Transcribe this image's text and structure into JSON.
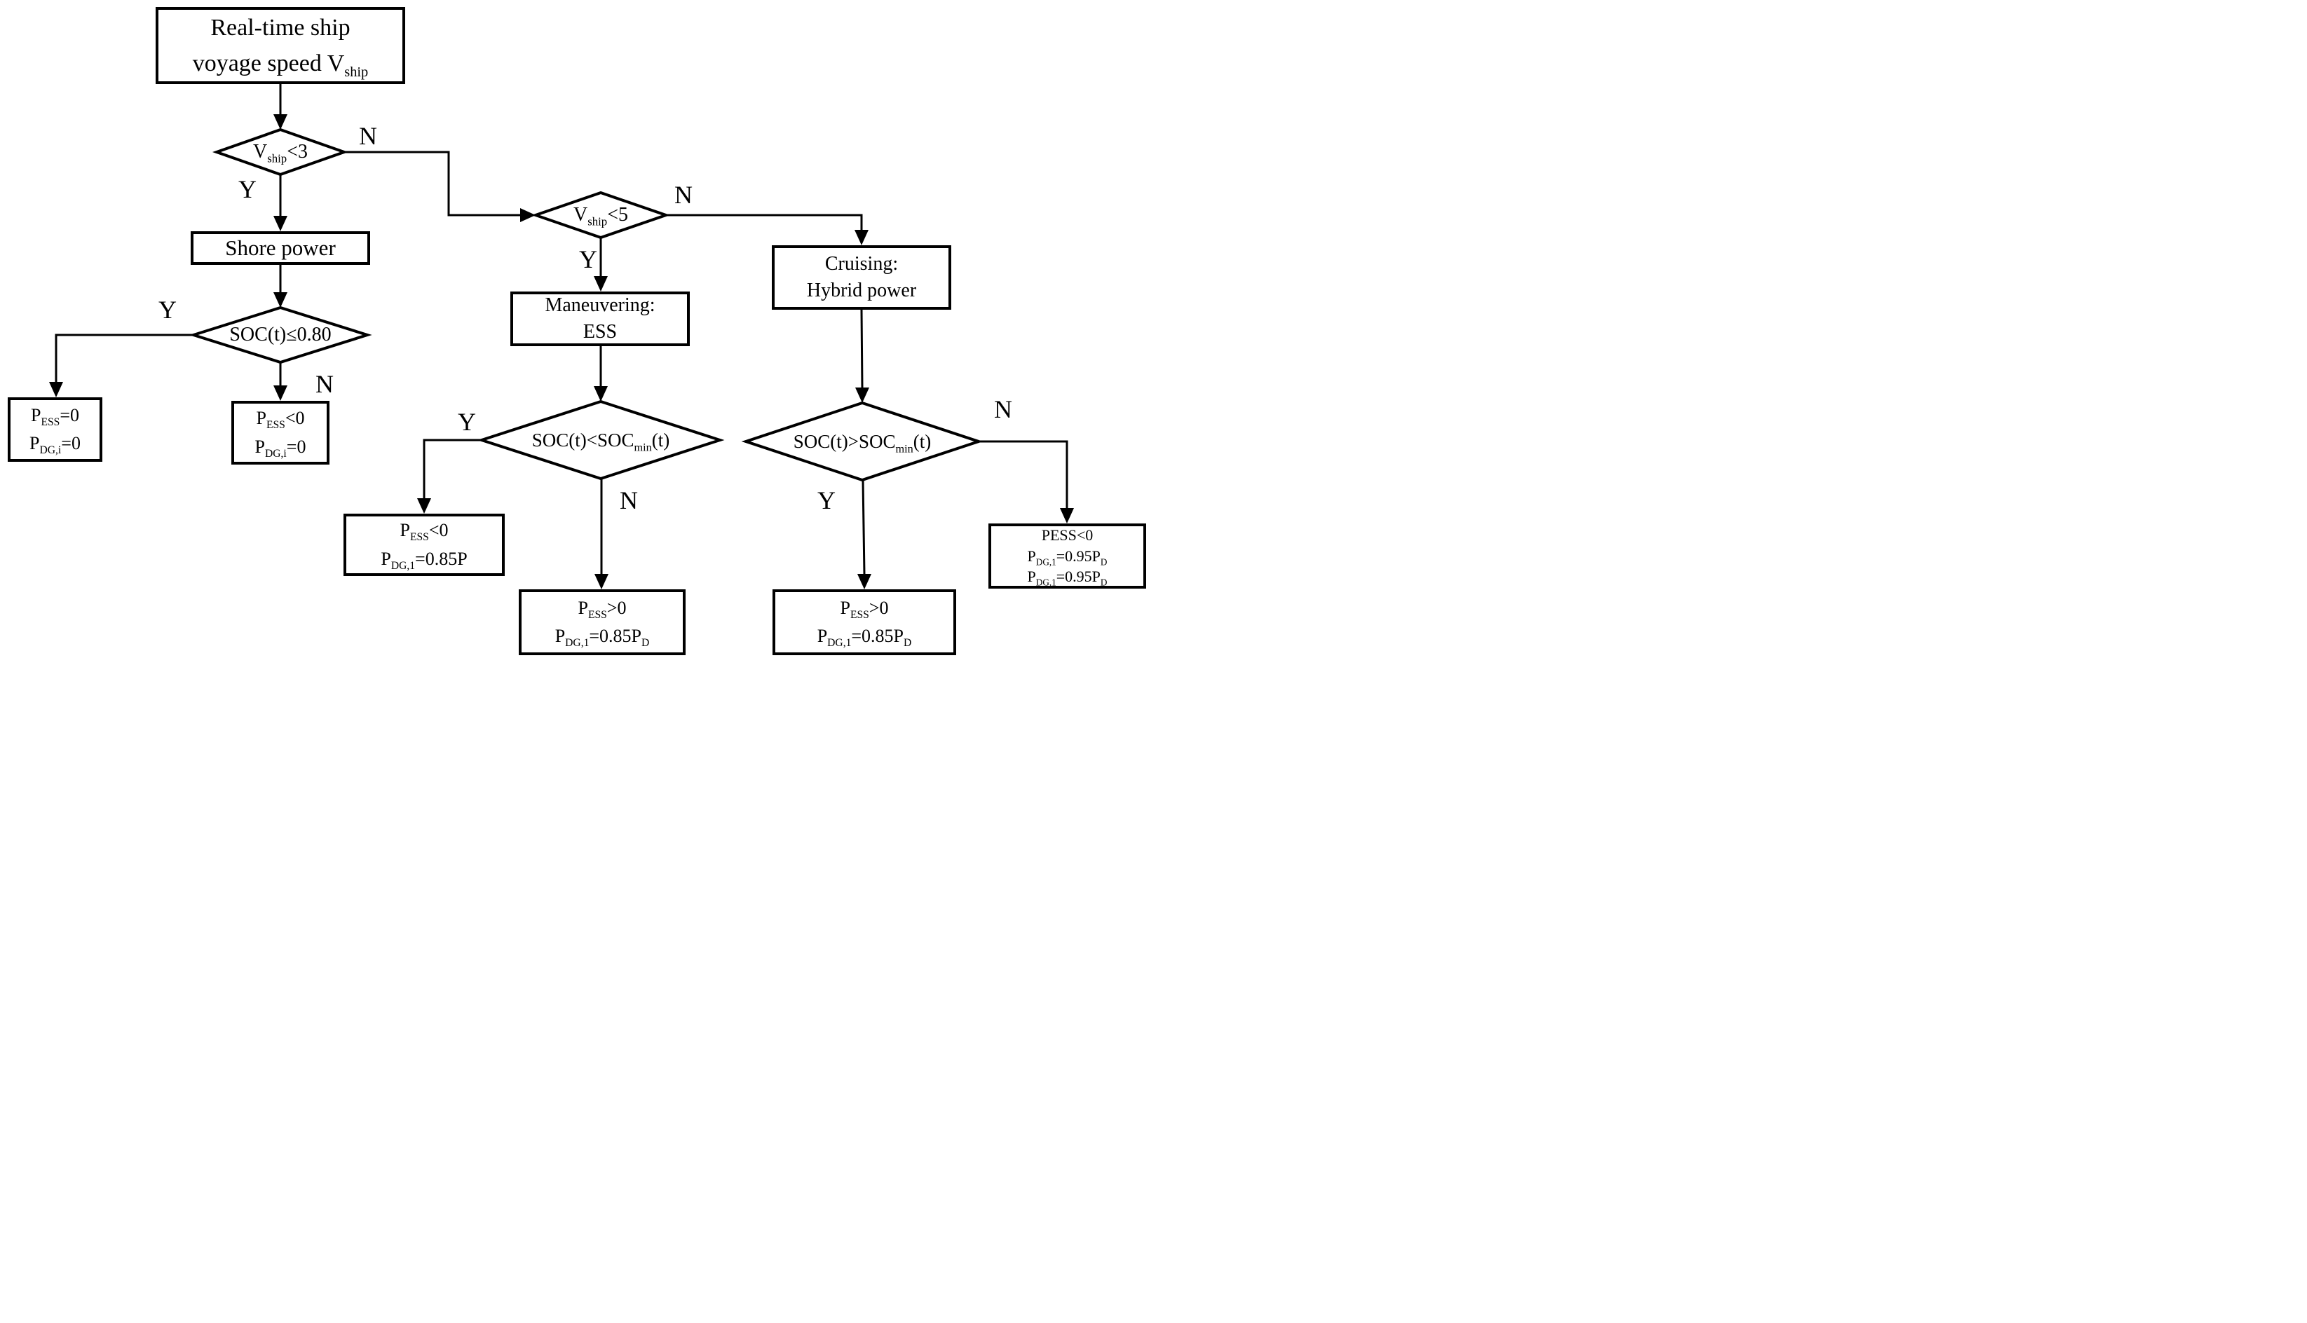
{
  "flowchart": {
    "background_color": "#ffffff",
    "line_color": "#000000",
    "nodes": {
      "start": {
        "type": "process",
        "lines": [
          [
            {
              "t": "Real-time ship"
            }
          ],
          [
            {
              "t": "voyage speed V"
            },
            {
              "s": "ship"
            }
          ]
        ]
      },
      "vship3": {
        "type": "decision",
        "lines": [
          [
            {
              "t": "V"
            },
            {
              "s": "ship"
            },
            {
              "t": "<3"
            }
          ]
        ],
        "yes": "Y",
        "no": "N"
      },
      "shore": {
        "type": "process",
        "lines": [
          [
            {
              "t": "Shore power"
            }
          ]
        ]
      },
      "soc_le": {
        "type": "decision",
        "lines": [
          [
            {
              "t": "SOC(t)≤0.80"
            }
          ]
        ],
        "yes": "Y",
        "no": "N"
      },
      "out_ess0": {
        "type": "output",
        "lines": [
          [
            {
              "t": "P"
            },
            {
              "s": "ESS"
            },
            {
              "t": "=0"
            }
          ],
          [
            {
              "t": "P"
            },
            {
              "s": "DG,i"
            },
            {
              "t": "=0"
            }
          ]
        ]
      },
      "out_esslt0": {
        "type": "output",
        "lines": [
          [
            {
              "t": "P"
            },
            {
              "s": "ESS"
            },
            {
              "t": "<0"
            }
          ],
          [
            {
              "t": "P"
            },
            {
              "s": "DG,i"
            },
            {
              "t": "=0"
            }
          ]
        ]
      },
      "vship5": {
        "type": "decision",
        "lines": [
          [
            {
              "t": "V"
            },
            {
              "s": "ship"
            },
            {
              "t": "<5"
            }
          ]
        ],
        "yes": "Y",
        "no": "N"
      },
      "maneuvering": {
        "type": "process",
        "lines": [
          [
            {
              "t": "Maneuvering:"
            }
          ],
          [
            {
              "t": "ESS"
            }
          ]
        ]
      },
      "soc_lt_min": {
        "type": "decision",
        "lines": [
          [
            {
              "t": "SOC(t)<SOC"
            },
            {
              "s": "min"
            },
            {
              "t": "(t)"
            }
          ]
        ],
        "yes": "Y",
        "no": "N"
      },
      "out_m_yes": {
        "type": "output",
        "lines": [
          [
            {
              "t": "P"
            },
            {
              "s": "ESS"
            },
            {
              "t": "<0"
            }
          ],
          [
            {
              "t": "P"
            },
            {
              "s": "DG,1"
            },
            {
              "t": "=0.85P"
            }
          ]
        ]
      },
      "out_m_no": {
        "type": "output",
        "lines": [
          [
            {
              "t": "P"
            },
            {
              "s": "ESS"
            },
            {
              "t": ">0"
            }
          ],
          [
            {
              "t": "P"
            },
            {
              "s": "DG,1"
            },
            {
              "t": "=0.85P"
            },
            {
              "s": "D"
            }
          ]
        ]
      },
      "cruising": {
        "type": "process",
        "lines": [
          [
            {
              "t": "Cruising:"
            }
          ],
          [
            {
              "t": "Hybrid power"
            }
          ]
        ]
      },
      "soc_gt_min": {
        "type": "decision",
        "lines": [
          [
            {
              "t": "SOC(t)>SOC"
            },
            {
              "s": "min"
            },
            {
              "t": "(t)"
            }
          ]
        ],
        "yes": "Y",
        "no": "N"
      },
      "out_c_yes": {
        "type": "output",
        "lines": [
          [
            {
              "t": "P"
            },
            {
              "s": "ESS"
            },
            {
              "t": ">0"
            }
          ],
          [
            {
              "t": "P"
            },
            {
              "s": "DG,1"
            },
            {
              "t": "=0.85P"
            },
            {
              "s": "D"
            }
          ]
        ]
      },
      "out_c_no": {
        "type": "output",
        "lines": [
          [
            {
              "t": "PESS<0"
            }
          ],
          [
            {
              "t": "P"
            },
            {
              "s": "DG,1"
            },
            {
              "t": "=0.95P"
            },
            {
              "s": "D"
            }
          ],
          [
            {
              "t": "P"
            },
            {
              "s": "DG,1"
            },
            {
              "t": "=0.95P"
            },
            {
              "s": "D"
            }
          ]
        ]
      }
    },
    "edges": [
      {
        "from": "start",
        "to": "vship3",
        "label": ""
      },
      {
        "from": "vship3",
        "to": "shore",
        "label": "Y"
      },
      {
        "from": "vship3",
        "to": "vship5",
        "label": "N"
      },
      {
        "from": "shore",
        "to": "soc_le",
        "label": ""
      },
      {
        "from": "soc_le",
        "to": "out_ess0",
        "label": "Y"
      },
      {
        "from": "soc_le",
        "to": "out_esslt0",
        "label": "N"
      },
      {
        "from": "vship5",
        "to": "maneuvering",
        "label": "Y"
      },
      {
        "from": "vship5",
        "to": "cruising",
        "label": "N"
      },
      {
        "from": "maneuvering",
        "to": "soc_lt_min",
        "label": ""
      },
      {
        "from": "soc_lt_min",
        "to": "out_m_yes",
        "label": "Y"
      },
      {
        "from": "soc_lt_min",
        "to": "out_m_no",
        "label": "N"
      },
      {
        "from": "cruising",
        "to": "soc_gt_min",
        "label": ""
      },
      {
        "from": "soc_gt_min",
        "to": "out_c_yes",
        "label": "Y"
      },
      {
        "from": "soc_gt_min",
        "to": "out_c_no",
        "label": "N"
      }
    ]
  }
}
